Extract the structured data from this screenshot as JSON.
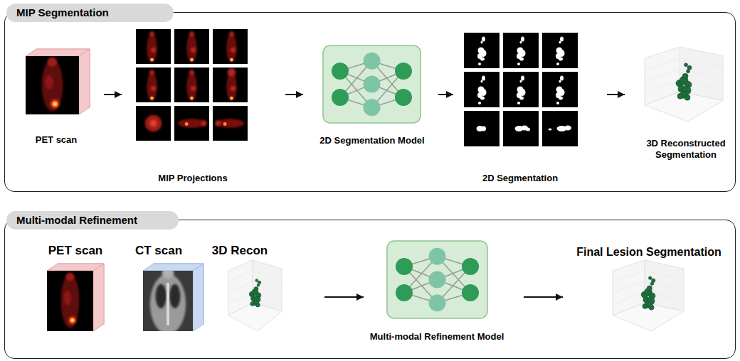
{
  "diagram": {
    "nodes": [
      {
        "text": [
          "MIP Segmentation"
        ]
      },
      {
        "text": [
          "PET scan"
        ],
        "in": 0
      },
      {
        "text": [
          "MIP Projections"
        ],
        "in": 0
      },
      {
        "text": [
          "2D Segmentation Model"
        ],
        "in": 0
      },
      {
        "text": [
          "2D Segmentation"
        ],
        "in": 0
      },
      {
        "text": [
          "3D Reconstructed Segmentation"
        ],
        "in": 0
      },
      {
        "text": [
          "Multi-modal Refinement"
        ]
      },
      {
        "text": [
          "PET scan"
        ],
        "in": 6
      },
      {
        "text": [
          "CT scan"
        ],
        "in": 6
      },
      {
        "text": [
          "3D Recon"
        ],
        "in": 6
      },
      {
        "text": [
          "Multi-modal Refinement Model"
        ],
        "in": 6
      },
      {
        "text": [
          "Final Lesion Segmentation"
        ],
        "in": 6
      }
    ],
    "edges": [
      {
        "from": 1,
        "to": 2,
        "arrow": "to"
      },
      {
        "from": 2,
        "to": 3,
        "arrow": "to"
      },
      {
        "from": 3,
        "to": 4,
        "arrow": "to"
      },
      {
        "from": 4,
        "to": 5,
        "arrow": "to"
      },
      {
        "from": 9,
        "to": 10,
        "arrow": "to"
      },
      {
        "from": 10,
        "to": 11,
        "arrow": "to"
      }
    ]
  }
}
